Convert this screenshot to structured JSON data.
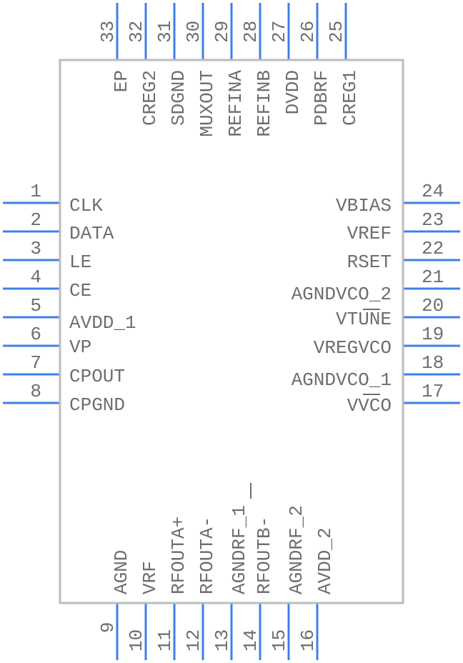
{
  "pins": {
    "left": [
      {
        "num": "1",
        "name": "CLK"
      },
      {
        "num": "2",
        "name": "DATA"
      },
      {
        "num": "3",
        "name": "LE"
      },
      {
        "num": "4",
        "name": "CE"
      },
      {
        "num": "5",
        "name": "AVDD_1"
      },
      {
        "num": "6",
        "name": "VP"
      },
      {
        "num": "7",
        "name": "CPOUT"
      },
      {
        "num": "8",
        "name": "CPGND"
      }
    ],
    "bottom": [
      {
        "num": "9",
        "name": "AGND"
      },
      {
        "num": "10",
        "name": "VRF"
      },
      {
        "num": "11",
        "name": "RFOUTA+"
      },
      {
        "num": "12",
        "name": "RFOUTA-"
      },
      {
        "num": "13",
        "name": "AGNDRF_1"
      },
      {
        "num": "14",
        "name": "RFOUTB-"
      },
      {
        "num": "15",
        "name": "AGNDRF_2"
      },
      {
        "num": "16",
        "name": "AVDD_2"
      }
    ],
    "right": [
      {
        "num": "24",
        "name": "VBIAS"
      },
      {
        "num": "23",
        "name": "VREF"
      },
      {
        "num": "22",
        "name": "RSET"
      },
      {
        "num": "21",
        "name": "AGNDVCO_2"
      },
      {
        "num": "20",
        "name": "VTUNE"
      },
      {
        "num": "19",
        "name": "VREGVCO"
      },
      {
        "num": "18",
        "name": "AGNDVCO_1"
      },
      {
        "num": "17",
        "name": "VVCO"
      }
    ],
    "top": [
      {
        "num": "33",
        "name": "EP"
      },
      {
        "num": "32",
        "name": "CREG2"
      },
      {
        "num": "31",
        "name": "SDGND"
      },
      {
        "num": "30",
        "name": "MUXOUT"
      },
      {
        "num": "29",
        "name": "REFINA"
      },
      {
        "num": "28",
        "name": "REFINB"
      },
      {
        "num": "27",
        "name": "DVDD"
      },
      {
        "num": "26",
        "name": "PDBRF"
      },
      {
        "num": "25",
        "name": "CREG1"
      }
    ]
  }
}
